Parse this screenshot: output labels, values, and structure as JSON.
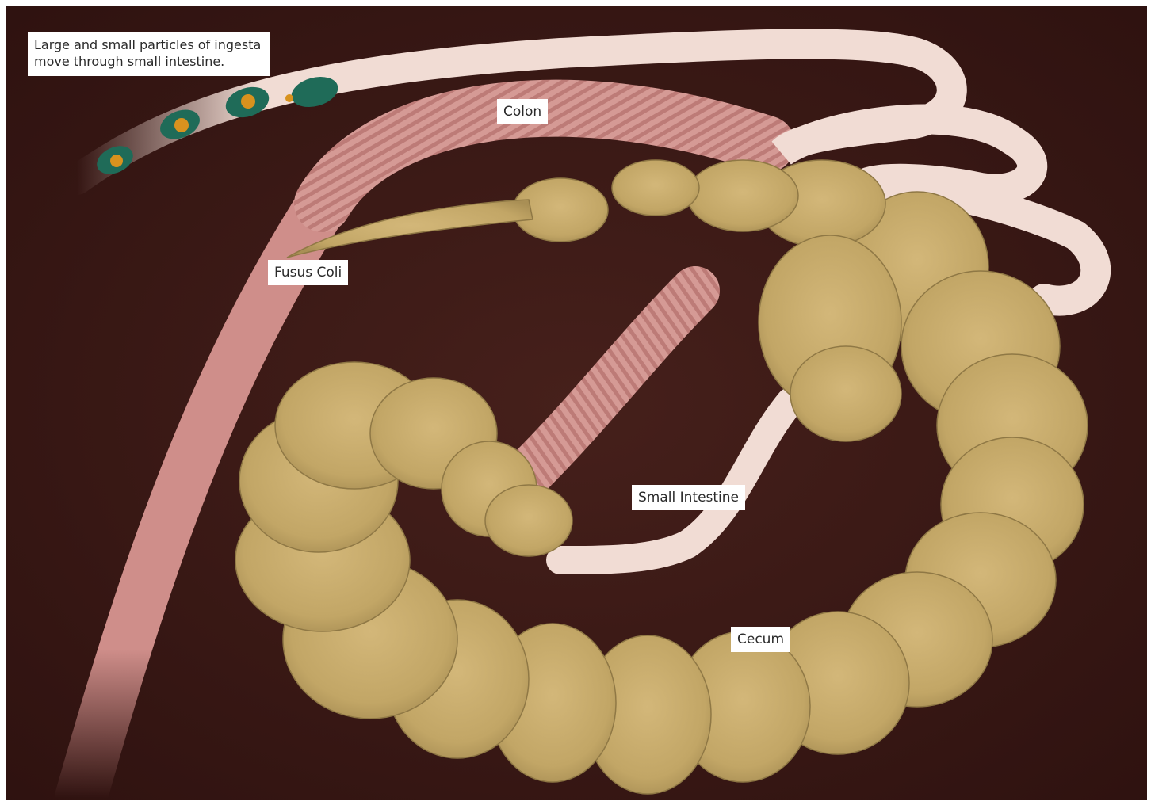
{
  "caption": "Large and small particles of ingesta move through small intestine.",
  "labels": {
    "colon": "Colon",
    "fusus_coli": "Fusus Coli",
    "small_intestine": "Small Intestine",
    "cecum": "Cecum"
  },
  "colors": {
    "background": "#3a1613",
    "colon": "#cf8e8a",
    "small_intestine": "#f1dcd4",
    "cecum": "#c5ab6a",
    "particle_outer": "#1f6b58",
    "particle_inner": "#d8921e"
  },
  "particles_count_shown": 5
}
